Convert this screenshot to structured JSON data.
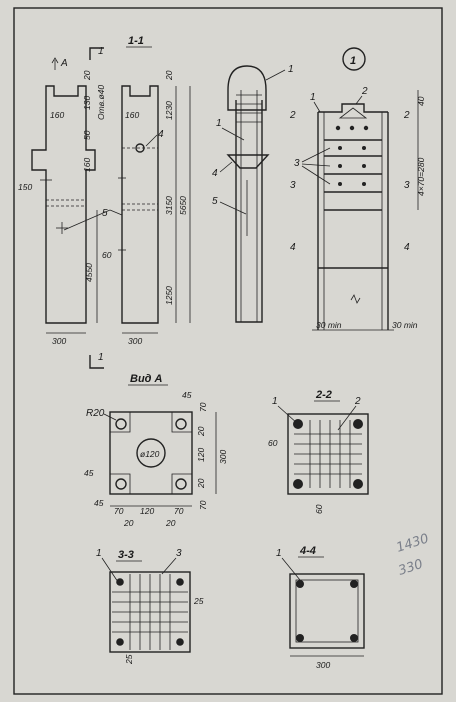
{
  "sections": {
    "s11": "1-1",
    "view_a": "Вид А",
    "s22": "2-2",
    "s33": "3-3",
    "s44": "4-4",
    "node1": "1"
  },
  "marks": {
    "arrow_a": "А",
    "cut1": "1",
    "hole_label": "Отв.ø40",
    "d120": "ø120",
    "r20": "R20",
    "min30a": "30 min",
    "min30b": "30 min",
    "step": "4×70=280"
  },
  "dims": {
    "d20": "20",
    "d130": "130",
    "d160a": "160",
    "d160b": "160",
    "d50": "50",
    "d160v": "160",
    "d150": "150",
    "d60": "60",
    "d4550": "4550",
    "d300a": "300",
    "d300b": "300",
    "d1230": "1230",
    "d3150": "3150",
    "d5650": "5650",
    "d1250": "1250",
    "d20b": "20",
    "d40": "40",
    "v45": "45",
    "v70": "70",
    "v20": "20",
    "v120": "120",
    "v300": "300",
    "v45b": "45",
    "v45c": "45",
    "v70b": "70",
    "v120h": "120",
    "v70h": "70",
    "v20h": "20",
    "v20h2": "20",
    "s60": "60",
    "s60b": "60",
    "s25": "25",
    "s25b": "25",
    "s300": "300"
  },
  "callouts": [
    "1",
    "2",
    "3",
    "4",
    "5"
  ],
  "pencil": {
    "a": "1430",
    "b": "330"
  }
}
